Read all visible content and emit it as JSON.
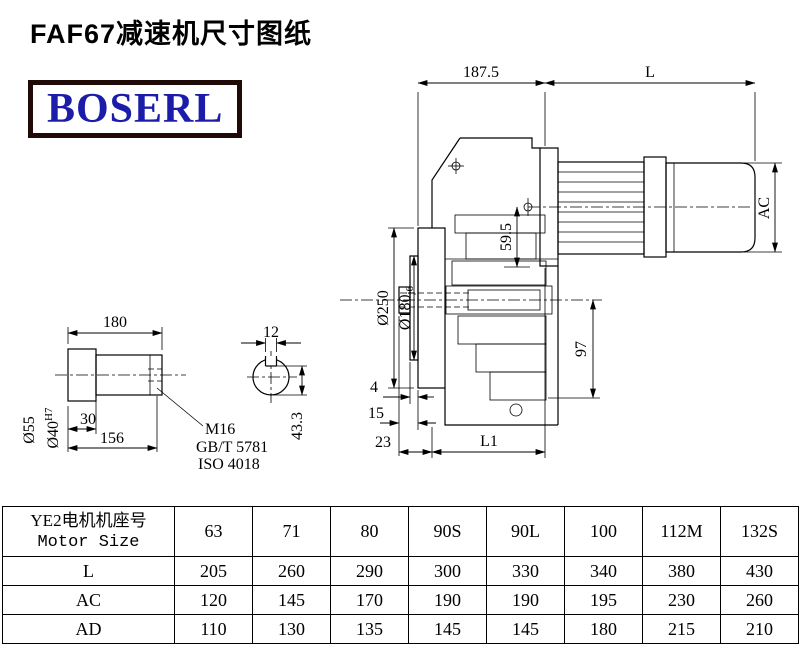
{
  "page": {
    "title": "FAF67减速机尺寸图纸",
    "logo_text": "BOSERL"
  },
  "drawing": {
    "dim_top_width": "187.5",
    "dim_motor_length": "L",
    "dim_motor_ac": "AC",
    "dim_flange_od": "Ø250",
    "dim_spigot_base": "Ø180",
    "dim_spigot_tol": "j6",
    "dim_input_height": "59.5",
    "dim_output_height": "97",
    "dim_shaft_length": "180",
    "dim_key_width": "12",
    "dim_shaft_od": "Ø55",
    "dim_bore_base": "Ø40",
    "dim_bore_tol": "H7",
    "dim_30": "30",
    "dim_156": "156",
    "thread_spec": "M16",
    "standard_gb": "GB/T 5781",
    "standard_iso": "ISO 4018",
    "dim_key_height": "43.3",
    "dim_4": "4",
    "dim_15": "15",
    "dim_23": "23",
    "dim_l1": "L1"
  },
  "table": {
    "header": {
      "label_cn": "YE2电机机座号",
      "label_en": "Motor Size",
      "sizes": [
        "63",
        "71",
        "80",
        "90S",
        "90L",
        "100",
        "112M",
        "132S"
      ]
    },
    "rows": [
      {
        "label": "L",
        "values": [
          "205",
          "260",
          "290",
          "300",
          "330",
          "340",
          "380",
          "430"
        ]
      },
      {
        "label": "AC",
        "values": [
          "120",
          "145",
          "170",
          "190",
          "190",
          "195",
          "230",
          "260"
        ]
      },
      {
        "label": "AD",
        "values": [
          "110",
          "130",
          "135",
          "145",
          "145",
          "180",
          "215",
          "210"
        ]
      }
    ]
  }
}
